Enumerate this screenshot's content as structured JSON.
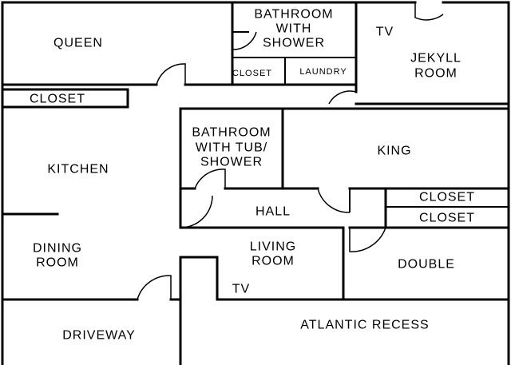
{
  "rooms": {
    "queen": "QUEEN",
    "bath_shower": [
      "BATHROOM",
      "WITH",
      "SHOWER"
    ],
    "closet_small": "CLOSET",
    "laundry": "LAUNDRY",
    "tv_top": "TV",
    "jekyll": [
      "JEKYLL",
      "ROOM"
    ],
    "closet_left": "CLOSET",
    "bath_tub": [
      "BATHROOM",
      "WITH TUB/",
      "SHOWER"
    ],
    "king": "KING",
    "kitchen": "KITCHEN",
    "hall": "HALL",
    "closet_right_1": "CLOSET",
    "closet_right_2": "CLOSET",
    "dining": [
      "DINING",
      "ROOM"
    ],
    "living": [
      "LIVING",
      "ROOM"
    ],
    "double": "DOUBLE",
    "tv_bottom": "TV",
    "driveway": "DRIVEWAY",
    "atlantic": "ATLANTIC RECESS"
  }
}
